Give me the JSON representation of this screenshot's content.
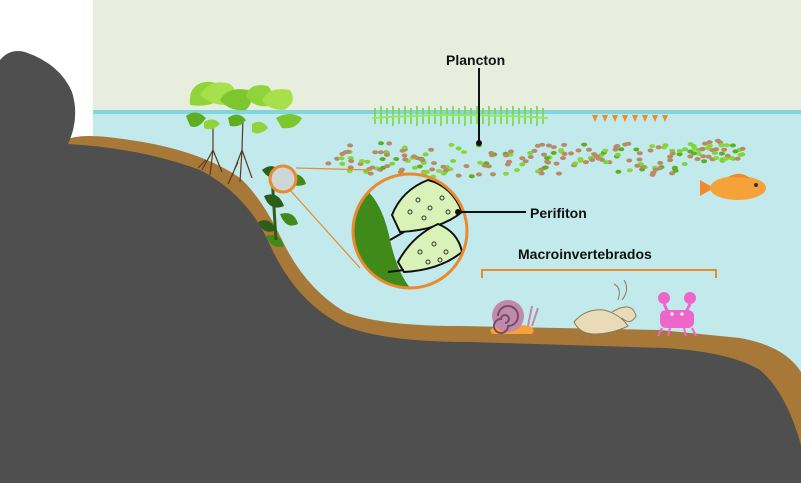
{
  "labels": {
    "plankton": "Plancton",
    "periphyton": "Perifiton",
    "macroinvertebrates": "Macroinvertebrados"
  },
  "colors": {
    "sky": "#e8eede",
    "water": "#c2eaec",
    "water_surface": "#7fd6dc",
    "sediment": "#a87838",
    "rock": "#4f4f4f",
    "plant_green": "#8fd43a",
    "algae_dark": "#3f8a18",
    "zooplankton": "#b88a66",
    "fish": "#f5a23a",
    "snail": "#c08aaa",
    "crab": "#ee66cc",
    "shrimp": "#eadbb8",
    "callout": "#e88b2f"
  },
  "icons": [
    "aquatic-plant-icon",
    "periphyton-magnifier-icon",
    "fish-icon",
    "snail-icon",
    "shrimp-icon",
    "crab-icon"
  ]
}
